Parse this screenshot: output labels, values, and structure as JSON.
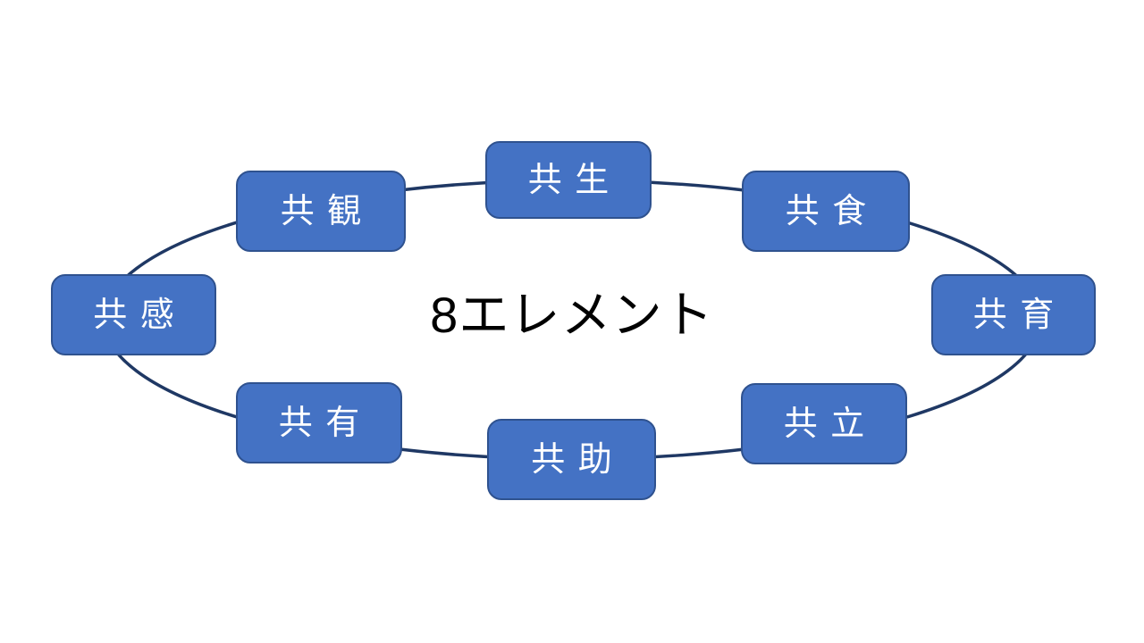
{
  "title": "8エレメント",
  "diagram": {
    "type": "cycle",
    "colors": {
      "ellipse_stroke": "#1f3864",
      "node_fill": "#4472c4",
      "node_border": "#2f528f",
      "node_text": "#ffffff",
      "title_text": "#000000",
      "background": "#ffffff"
    },
    "nodes": [
      {
        "label": "共生",
        "position": "top"
      },
      {
        "label": "共食",
        "position": "top-right"
      },
      {
        "label": "共育",
        "position": "right"
      },
      {
        "label": "共立",
        "position": "bottom-right"
      },
      {
        "label": "共助",
        "position": "bottom"
      },
      {
        "label": "共有",
        "position": "bottom-left"
      },
      {
        "label": "共感",
        "position": "left"
      },
      {
        "label": "共観",
        "position": "top-left"
      }
    ]
  }
}
